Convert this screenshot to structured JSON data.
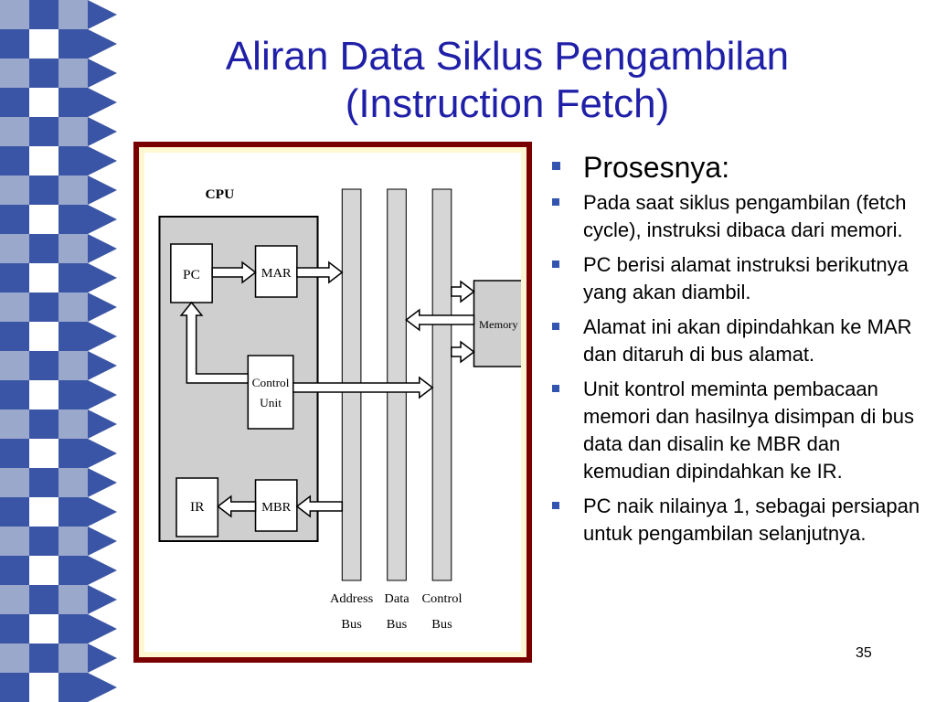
{
  "slide": {
    "title_line1": "Aliran Data Siklus Pengambilan",
    "title_line2": "(Instruction Fetch)",
    "page_number": "35"
  },
  "theme": {
    "title_color": "#1f1fa8",
    "frame_color": "#7a0000",
    "mat_color": "#fef7d2",
    "border_blue": "#3a55a5",
    "bullet_color": "#3355b0"
  },
  "diagram": {
    "cpu_label": "CPU",
    "pc_label": "PC",
    "mar_label": "MAR",
    "ir_label": "IR",
    "mbr_label": "MBR",
    "control_unit_line1": "Control",
    "control_unit_line2": "Unit",
    "memory_label": "Memory",
    "address_bus_line1": "Address",
    "address_bus_line2": "Bus",
    "data_bus_line1": "Data",
    "data_bus_line2": "Bus",
    "control_bus_line1": "Control",
    "control_bus_line2": "Bus"
  },
  "bullets": {
    "heading": "Prosesnya:",
    "items": [
      "Pada saat siklus pengambilan (fetch cycle), instruksi dibaca dari memori.",
      "PC berisi alamat instruksi berikutnya yang akan diambil.",
      "Alamat ini akan dipindahkan ke MAR dan ditaruh di bus alamat.",
      "Unit kontrol meminta pembacaan memori dan hasilnya disimpan di bus data dan disalin ke MBR dan kemudian dipindahkan ke IR.",
      "PC naik nilainya 1, sebagai persiapan untuk pengambilan selanjutnya."
    ]
  }
}
